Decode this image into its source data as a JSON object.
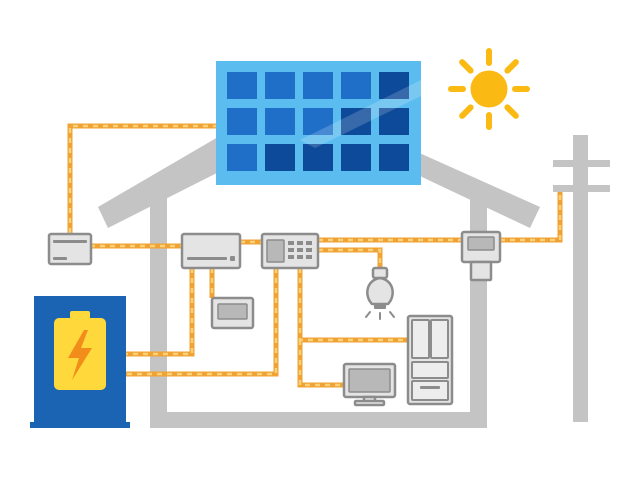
{
  "colors": {
    "background": "#ffffff",
    "house": "#c4c4c4",
    "panel_frame": "#5bbcf0",
    "panel_cell_light": "#1f6fc9",
    "panel_cell_dark": "#0d4a99",
    "wire": "#f0a233",
    "wire_dash": "#f7d27a",
    "device_fill": "#e4e4e4",
    "device_stroke": "#8c8c8c",
    "battery_body": "#1b64b4",
    "battery_cell": "#ffd83b",
    "battery_bolt": "#f28c1b",
    "sun": "#fbb913"
  },
  "diagram": {
    "kind": "residential solar power system",
    "components": [
      {
        "id": "solar-panel",
        "icon": "solar-panel-icon"
      },
      {
        "id": "sun",
        "icon": "sun-icon"
      },
      {
        "id": "house",
        "icon": "house-outline-icon"
      },
      {
        "id": "utility-pole",
        "icon": "utility-pole-icon"
      },
      {
        "id": "storage-battery",
        "icon": "battery-icon"
      },
      {
        "id": "power-conditioner",
        "icon": "power-conditioner-icon"
      },
      {
        "id": "inverter",
        "icon": "inverter-icon"
      },
      {
        "id": "monitor",
        "icon": "monitor-icon"
      },
      {
        "id": "distribution-board",
        "icon": "distribution-board-icon"
      },
      {
        "id": "power-meter",
        "icon": "power-meter-icon"
      },
      {
        "id": "light-bulb",
        "icon": "light-bulb-icon"
      },
      {
        "id": "refrigerator",
        "icon": "refrigerator-icon"
      },
      {
        "id": "television",
        "icon": "television-icon"
      }
    ]
  }
}
